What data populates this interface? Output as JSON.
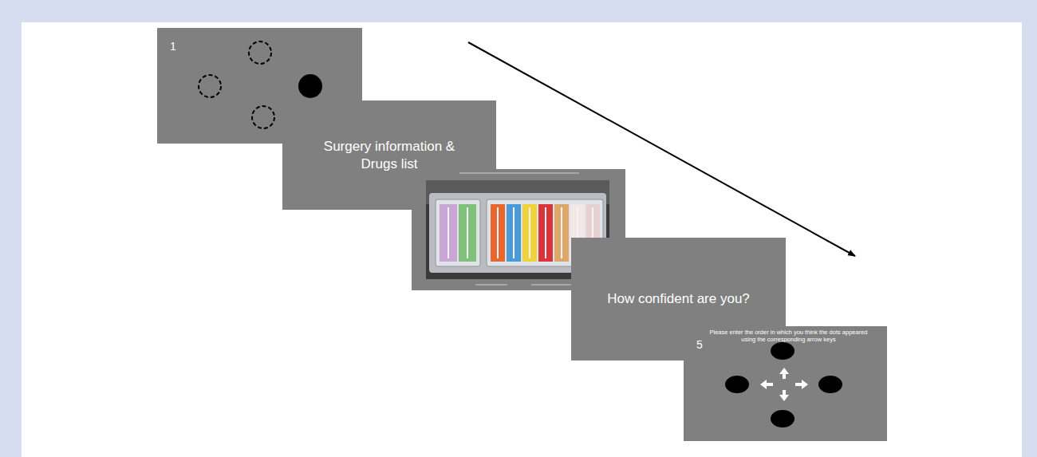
{
  "diagram": {
    "nodes": [
      {
        "text": [
          "1"
        ]
      },
      {
        "text": [
          "Surgery information & Drugs list"
        ]
      },
      {
        "text": [
          "How confident are you?"
        ]
      },
      {
        "text": [
          "5",
          "Please enter the order in which you think the dots appeared using the corresponding arrow keys"
        ]
      }
    ]
  }
}
